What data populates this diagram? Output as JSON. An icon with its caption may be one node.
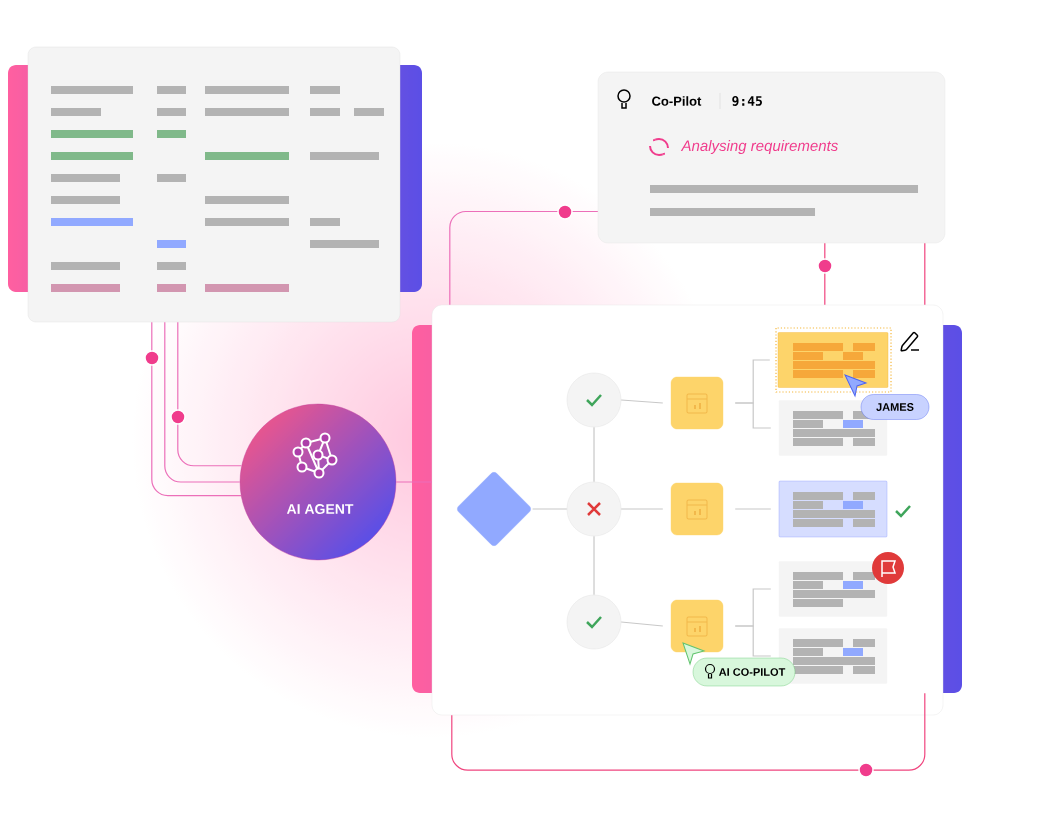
{
  "diagram": {
    "nodes": [
      {
        "text": [],
        "shape": "box"
      },
      {
        "text": [
          "Co-Pilot",
          "9:45",
          "Analysing requirements"
        ]
      },
      {
        "text": [
          "AI AGENT"
        ]
      },
      {
        "text": [],
        "shape": "box"
      },
      {
        "text": [],
        "shape": "diamond",
        "in": 3
      },
      {
        "text": [],
        "shape": "circle",
        "in": 3
      },
      {
        "text": [],
        "shape": "circle",
        "in": 3
      },
      {
        "text": [],
        "shape": "circle",
        "in": 3
      },
      {
        "text": [],
        "shape": "box",
        "in": 3
      },
      {
        "text": [],
        "shape": "box",
        "in": 3
      },
      {
        "text": [],
        "shape": "box",
        "in": 3
      },
      {
        "text": [],
        "shape": "box",
        "in": 3
      },
      {
        "text": [],
        "shape": "box",
        "in": 3
      },
      {
        "text": [],
        "shape": "box",
        "in": 3
      },
      {
        "text": [],
        "shape": "box",
        "in": 3
      },
      {
        "text": [],
        "shape": "box",
        "in": 3
      },
      {
        "text": [
          "JAMES"
        ],
        "in": 3
      },
      {
        "text": [
          "AI CO-PILOT"
        ],
        "in": 3
      }
    ],
    "edges": [
      {
        "from": 0,
        "to": 2,
        "arrow": "none",
        "color": "#ec6fb9"
      },
      {
        "from": 0,
        "to": 2,
        "arrow": "none",
        "color": "#ec6fb9"
      },
      {
        "from": 0,
        "to": 2,
        "arrow": "none",
        "color": "#ec6fb9"
      },
      {
        "from": 2,
        "to": 3,
        "arrow": "none",
        "color": "#ec6fb9"
      },
      {
        "from": 3,
        "to": 1,
        "arrow": "none",
        "color": "#ec6fb9"
      },
      {
        "from": 1,
        "to": 3,
        "arrow": "none",
        "color": "#f0457f"
      },
      {
        "from": 1,
        "to": 3,
        "arrow": "none",
        "color": "#f0457f"
      },
      {
        "from": 4,
        "to": 6,
        "arrow": "none"
      },
      {
        "from": 5,
        "to": 6,
        "arrow": "none"
      },
      {
        "from": 6,
        "to": 7,
        "arrow": "none"
      },
      {
        "from": 5,
        "to": 8,
        "arrow": "none"
      },
      {
        "from": 6,
        "to": 9,
        "arrow": "none"
      },
      {
        "from": 7,
        "to": 10,
        "arrow": "none"
      },
      {
        "from": 8,
        "to": 11,
        "arrow": "none"
      },
      {
        "from": 8,
        "to": 12,
        "arrow": "none"
      },
      {
        "from": 9,
        "to": 13,
        "arrow": "none"
      },
      {
        "from": 10,
        "to": 14,
        "arrow": "none"
      },
      {
        "from": 10,
        "to": 15,
        "arrow": "none"
      }
    ]
  }
}
